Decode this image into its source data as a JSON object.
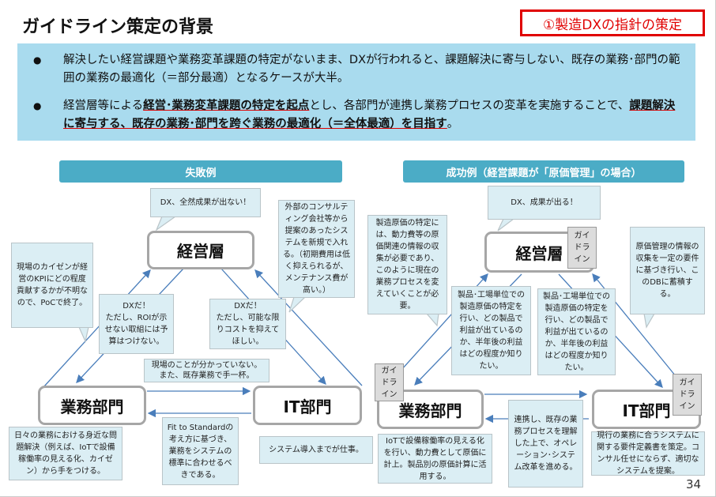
{
  "title": "ガイドライン策定の背景",
  "tag": "①製造DXの指針の策定",
  "bullets": {
    "b1": "解決したい経営課題や業務変革課題の特定がないまま、DXが行われると、課題解決に寄与しない、既存の業務･部門の範囲の業務の最適化（＝部分最適）となるケースが大半。",
    "b2_a": "経営層等による",
    "b2_b": "経営･業務変革課題の特定を起点",
    "b2_c": "とし、各部門が連携し業務プロセスの変革を実施することで、",
    "b2_d": "課題解決に寄与する、既存の業務･部門を跨ぐ業務の最適化（＝全体最適）を目指す",
    "b2_e": "。"
  },
  "fail": {
    "header": "失敗例",
    "mgmt": "経営層",
    "biz": "業務部門",
    "it": "IT部門",
    "c_top": "DX、全然成果が出ない！",
    "c_consult": "外部のコンサルティング会社等から提案のあったシステムを新規で入れる。（初期費用は低く抑えられるが、メンテナンス費が高い。）",
    "c_kaizen": "現場のカイゼンが経営のKPIにどの程度貢献するかが不明なので、PoCで終了。",
    "c_roi": "DXだ！\nただし、ROIが示せない取組には予算はつけない。",
    "c_cost": "DXだ！\nただし、可能な限りコストを抑えてほしい。",
    "c_genba": "現場のことが分かっていない。\nまた、既存業務で手一杯。",
    "c_daily": "日々の業務における身近な問題解決（例えば、IoTで設備稼働率の見える化、カイゼン）から手をつける。",
    "c_fit": "Fit to Standardの考え方に基づき、業務をシステムの標準に合わせるべきである。",
    "c_sys": "システム導入までが仕事。"
  },
  "success": {
    "header": "成功例（経営課題が「原価管理」の場合）",
    "mgmt": "経営層",
    "biz": "業務部門",
    "it": "IT部門",
    "guide": "ガイ\nドラ\nイン",
    "c_top": "DX、成果が出る！",
    "c_cost": "製造原価の特定には、動力費等の原価関連の情報の収集が必要であり、このように現在の業務プロセスを変えていくことが必要。",
    "c_db": "原価管理の情報の収集を一定の要件に基づき行い、このDBに蓄積する。",
    "c_prod1": "製品･工場単位での製造原価の特定を行い、どの製品で利益が出ているのか、半年後の利益はどの程度か知りたい。",
    "c_prod2": "製品･工場単位での製造原価の特定を行い、どの製品で利益が出ているのか、半年後の利益はどの程度か知りたい。",
    "c_iot": "IoTで設備稼働率の見える化を行い、動力費として原価に計上。製品別の原価計算に活用する。",
    "c_link": "連携し、既存の業務プロセスを理解した上で、オペレーション･システム改革を進める。",
    "c_req": "現行の業務に合うシステムに関する要件定義書を策定。コンサル任せにならず、適切なシステムを提案。"
  },
  "page": "34"
}
